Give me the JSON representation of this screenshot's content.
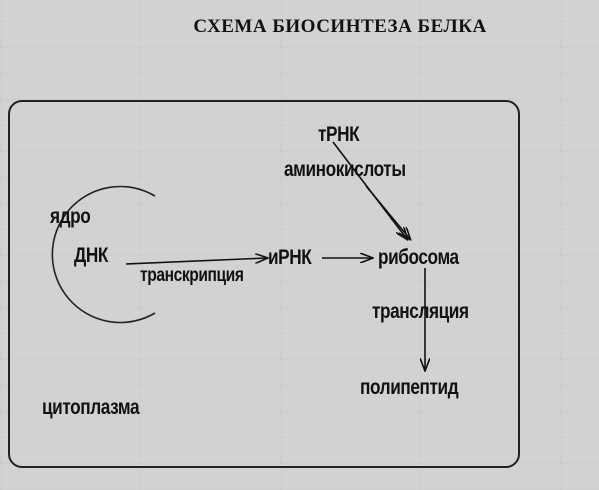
{
  "title": "СХЕМА БИОСИНТЕЗА БЕЛКА",
  "nodes": {
    "nucleus": "ядро",
    "dna": "ДНК",
    "mrna": "иРНК",
    "trna": "тРНК",
    "amino_acids": "аминокислоты",
    "ribosome": "рибосома",
    "polypeptide": "полипептид",
    "cytoplasm": "цитоплазма"
  },
  "processes": {
    "transcription": "транскрипция",
    "translation": "трансляция"
  },
  "colors": {
    "ink": "#111111",
    "background": "#d2d2d2"
  }
}
